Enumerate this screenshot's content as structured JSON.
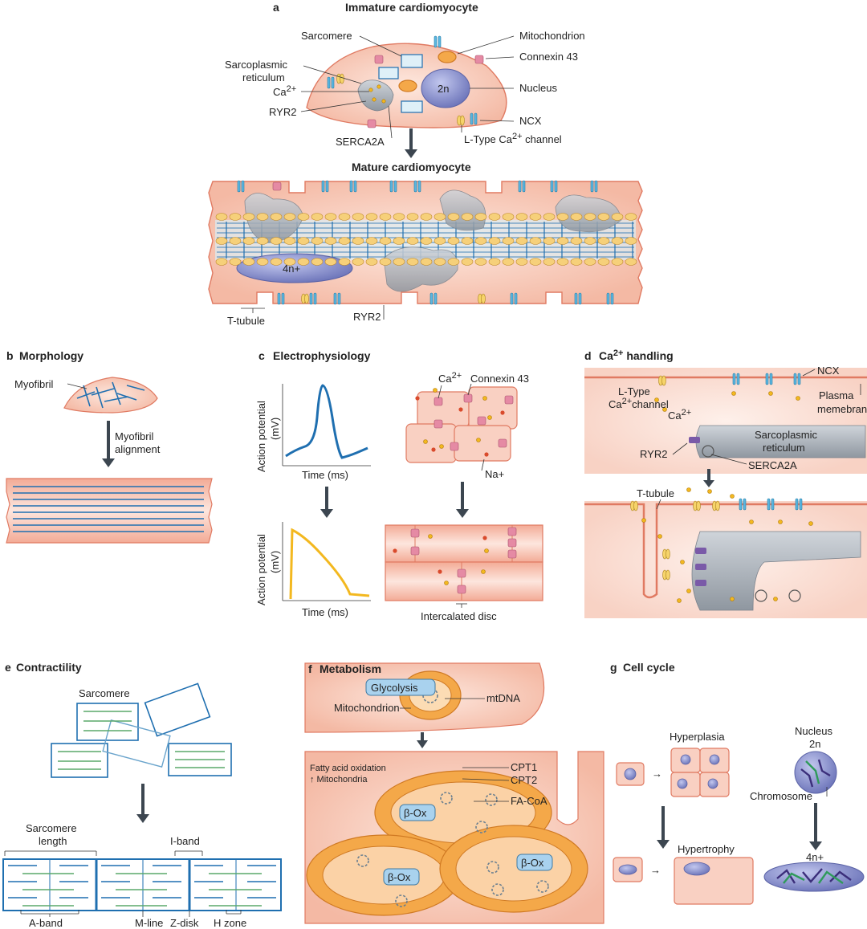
{
  "panel_a": {
    "letter": "a",
    "title_immature": "Immature cardiomyocyte",
    "title_mature": "Mature cardiomyocyte",
    "labels": {
      "sarcomere": "Sarcomere",
      "mitochondrion": "Mitochondrion",
      "connexin": "Connexin 43",
      "sr_1": "Sarcoplasmic",
      "sr_2": "reticulum",
      "ca": "Ca",
      "ca_sup": "2+",
      "ryr2": "RYR2",
      "nucleus_2n": "2n",
      "nucleus": "Nucleus",
      "ncx": "NCX",
      "serca": "SERCA2A",
      "ltype": "L-Type Ca",
      "ltype_sup": "2+",
      "ltype_end": " channel",
      "nucleus_4n": "4n+",
      "t_tubule": "T-tubule",
      "ryr2_mature": "RYR2"
    }
  },
  "panel_b": {
    "letter": "b",
    "title": "Morphology",
    "myofibril": "Myofibril",
    "alignment_1": "Myofibril",
    "alignment_2": "alignment"
  },
  "panel_c": {
    "letter": "c",
    "title": "Electrophysiology",
    "y_label_1": "Action potential",
    "y_label_2": "(mV)",
    "x_label": "Time (ms)",
    "ca": "Ca",
    "ca_sup": "2+",
    "connexin": "Connexin 43",
    "na": "Na+",
    "intercalated": "Intercalated disc"
  },
  "panel_d": {
    "letter": "d",
    "title": "Ca",
    "title_sup": "2+",
    "title_end": " handling",
    "ncx": "NCX",
    "ltype_1": "L-Type",
    "ltype_2": "Ca",
    "ltype_sup": "2+",
    "ltype_3": "channel",
    "plasma_1": "Plasma",
    "plasma_2": "memebrane",
    "ca": "Ca",
    "ca_sup": "2+",
    "sr_1": "Sarcoplasmic",
    "sr_2": "reticulum",
    "ryr2": "RYR2",
    "serca": "SERCA2A",
    "t_tubule": "T-tubule"
  },
  "panel_e": {
    "letter": "e",
    "title": "Contractility",
    "sarcomere": "Sarcomere",
    "length_1": "Sarcomere",
    "length_2": "length",
    "i_band": "I-band",
    "a_band": "A-band",
    "m_line": "M-line",
    "z_disk": "Z-disk",
    "h_zone": "H zone"
  },
  "panel_f": {
    "letter": "f",
    "title": "Metabolism",
    "glycolysis": "Glycolysis",
    "mtdna": "mtDNA",
    "mitochondrion": "Mitochondrion",
    "fao": "Fatty acid oxidation",
    "mito_up": "↑ Mitochondria",
    "cpt1": "CPT1",
    "cpt2": "CPT2",
    "fa_coa": "FA-CoA",
    "beta_ox": "β-Ox"
  },
  "panel_g": {
    "letter": "g",
    "title": "Cell cycle",
    "hyperplasia": "Hyperplasia",
    "hypertrophy": "Hypertrophy",
    "nucleus": "Nucleus",
    "n2": "2n",
    "chromosome": "Chromosome",
    "n4": "4n+"
  },
  "colors": {
    "cell_fill": "#f6c6b4",
    "cell_stroke": "#e07a62",
    "myofibril_blue": "#1f6fb0",
    "ap_immature": "#1f6fb0",
    "ap_mature": "#f3b81f",
    "arrow": "#3c4650",
    "sr_grey": "#a9b0b8",
    "nucleus": "#7f86c6"
  }
}
